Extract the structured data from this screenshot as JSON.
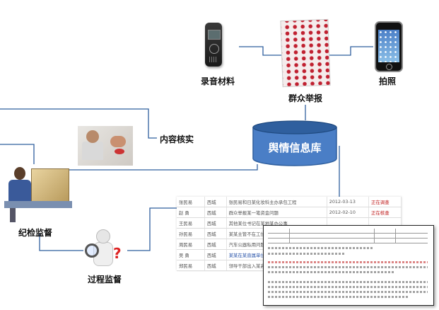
{
  "nodes": {
    "recording": "录音材料",
    "public_report": "群众举报",
    "photo": "拍照",
    "content_verify": "内容核实",
    "database": "舆情信息库",
    "discipline": "纪检监督",
    "process": "过程监督"
  },
  "table_rows": [
    [
      "张民易",
      "西城",
      "张民易和日某化妆科主办承包工程",
      "2012-03-13",
      "正在调查"
    ],
    [
      "赵 勇",
      "西城",
      "群众举报某一笔资金问题",
      "2012-02-10",
      "正在核查"
    ],
    [
      "王民易",
      "西城",
      "其他某位书记在某地某办公事",
      "",
      ""
    ],
    [
      "孙民易",
      "西城",
      "某某主管不在工位人员问题",
      "",
      ""
    ],
    [
      "周民易",
      "西城",
      "汽车公器私用问题某单位",
      "",
      ""
    ],
    [
      "吴 勇",
      "西城",
      "某某在某直属单位从事经营",
      "",
      ""
    ],
    [
      "郑民易",
      "西城",
      "领导干部出入某高档消费",
      "",
      ""
    ]
  ],
  "colors": {
    "line": "#2f5f9e",
    "db_top": "#2f5f9e",
    "db_body": "#4a7ec6",
    "db_text": "#ffffff"
  }
}
